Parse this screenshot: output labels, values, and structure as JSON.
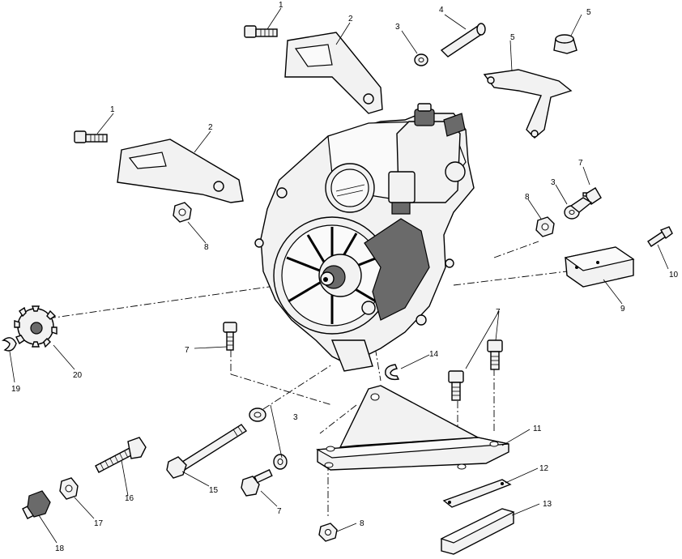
{
  "callouts": [
    {
      "id": "c-1a",
      "text": "1"
    },
    {
      "id": "c-2a",
      "text": "2"
    },
    {
      "id": "c-3a",
      "text": "3"
    },
    {
      "id": "c-4",
      "text": "4"
    },
    {
      "id": "c-5a",
      "text": "5"
    },
    {
      "id": "c-5b",
      "text": "5"
    },
    {
      "id": "c-1b",
      "text": "1"
    },
    {
      "id": "c-2b",
      "text": "2"
    },
    {
      "id": "c-7a",
      "text": "7"
    },
    {
      "id": "c-3b",
      "text": "3"
    },
    {
      "id": "c-8a",
      "text": "8"
    },
    {
      "id": "c-8b",
      "text": "8"
    },
    {
      "id": "c-10",
      "text": "10"
    },
    {
      "id": "c-9",
      "text": "9"
    },
    {
      "id": "c-7b",
      "text": "7"
    },
    {
      "id": "c-7c",
      "text": "7"
    },
    {
      "id": "c-14",
      "text": "14"
    },
    {
      "id": "c-19",
      "text": "19"
    },
    {
      "id": "c-20",
      "text": "20"
    },
    {
      "id": "c-3c",
      "text": "3"
    },
    {
      "id": "c-11",
      "text": "11"
    },
    {
      "id": "c-12",
      "text": "12"
    },
    {
      "id": "c-13",
      "text": "13"
    },
    {
      "id": "c-16",
      "text": "16"
    },
    {
      "id": "c-15",
      "text": "15"
    },
    {
      "id": "c-7d",
      "text": "7"
    },
    {
      "id": "c-17",
      "text": "17"
    },
    {
      "id": "c-18",
      "text": "18"
    },
    {
      "id": "c-8c",
      "text": "8"
    }
  ]
}
